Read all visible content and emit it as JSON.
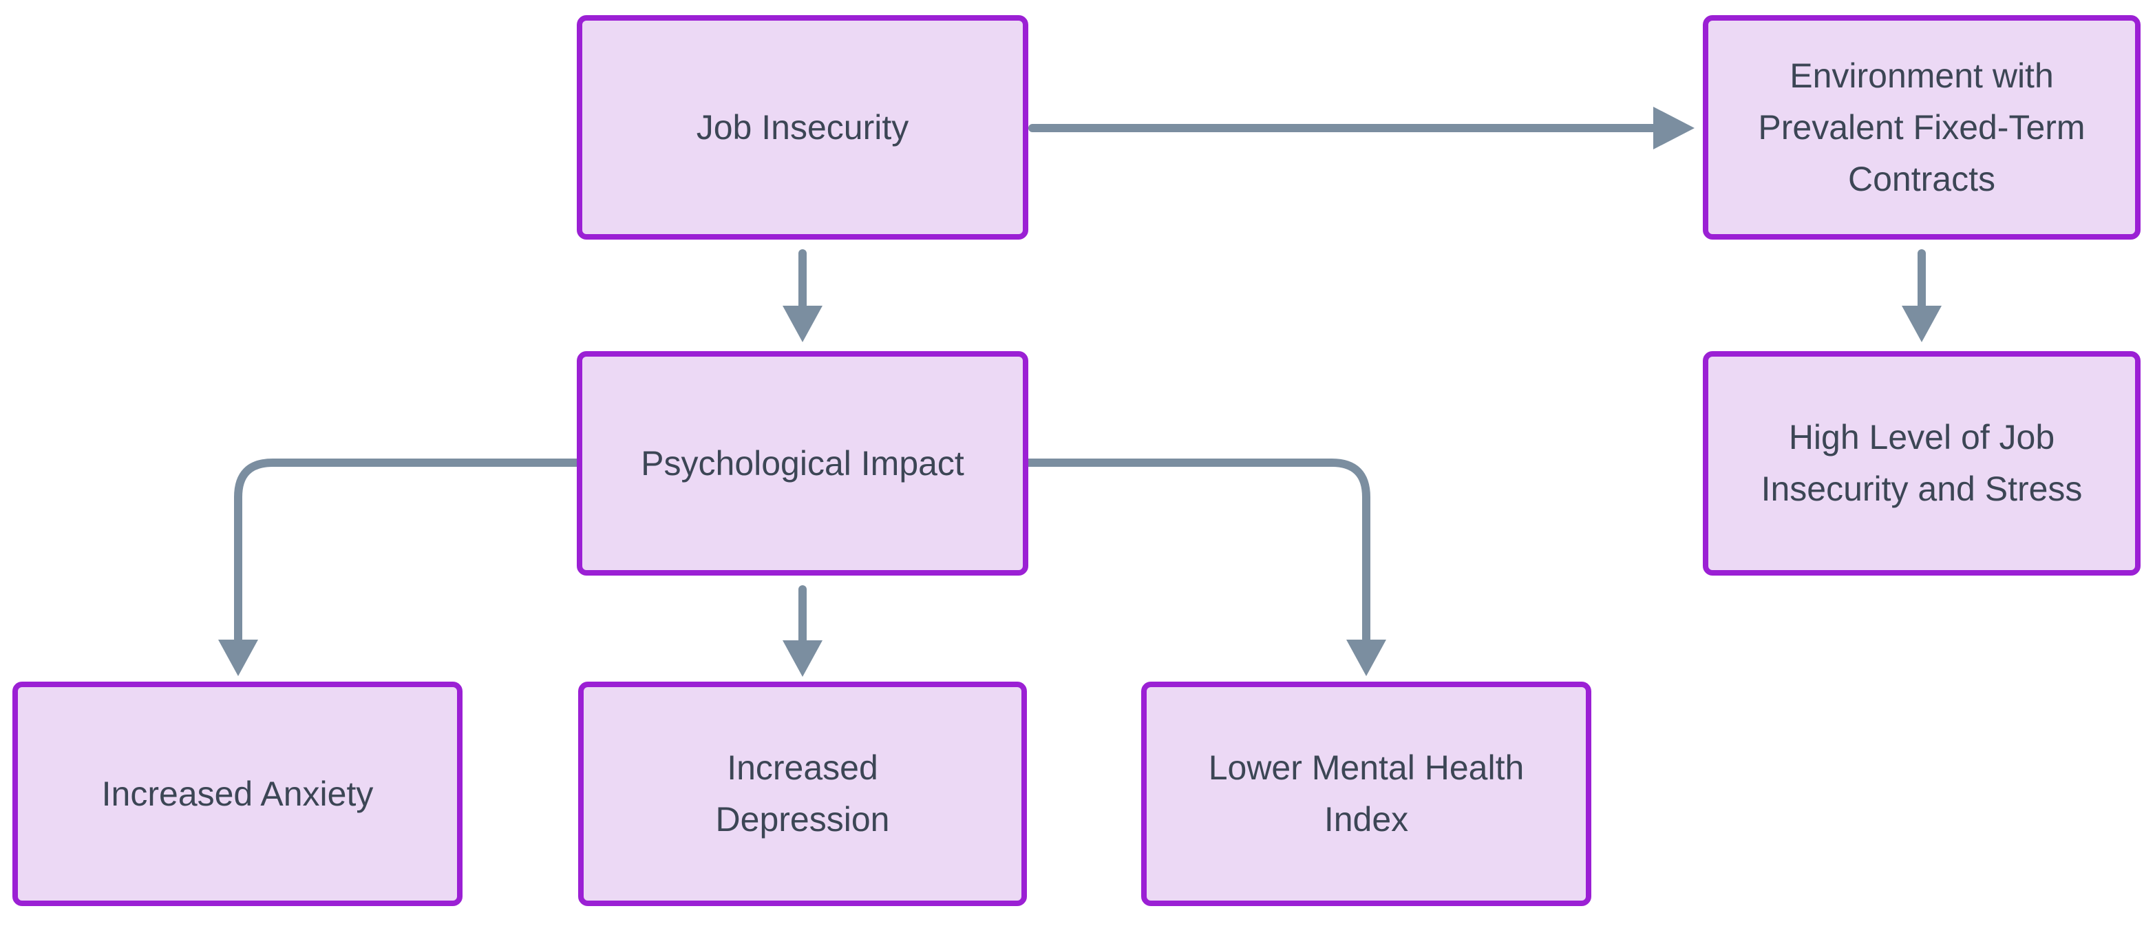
{
  "diagram": {
    "type": "flowchart",
    "direction": "top-down",
    "nodes": [
      {
        "id": "job_insecurity",
        "label": "Job Insecurity"
      },
      {
        "id": "environment",
        "label": "Environment with Prevalent Fixed-Term Contracts"
      },
      {
        "id": "psychological_impact",
        "label": "Psychological Impact"
      },
      {
        "id": "high_level",
        "label": "High Level of Job Insecurity and Stress"
      },
      {
        "id": "increased_anxiety",
        "label": "Increased Anxiety"
      },
      {
        "id": "increased_depression",
        "label": "Increased Depression"
      },
      {
        "id": "lower_mental_health",
        "label": "Lower Mental Health Index"
      }
    ],
    "edges": [
      {
        "from": "job_insecurity",
        "to": "environment"
      },
      {
        "from": "job_insecurity",
        "to": "psychological_impact"
      },
      {
        "from": "environment",
        "to": "high_level"
      },
      {
        "from": "psychological_impact",
        "to": "increased_anxiety"
      },
      {
        "from": "psychological_impact",
        "to": "increased_depression"
      },
      {
        "from": "psychological_impact",
        "to": "lower_mental_health"
      }
    ]
  },
  "theme": {
    "background": "#ffffff",
    "node_fill": "#ecd9f5",
    "node_border": "#9b20d4",
    "node_text": "#3c4655",
    "edge_color": "#7b8ea0"
  }
}
